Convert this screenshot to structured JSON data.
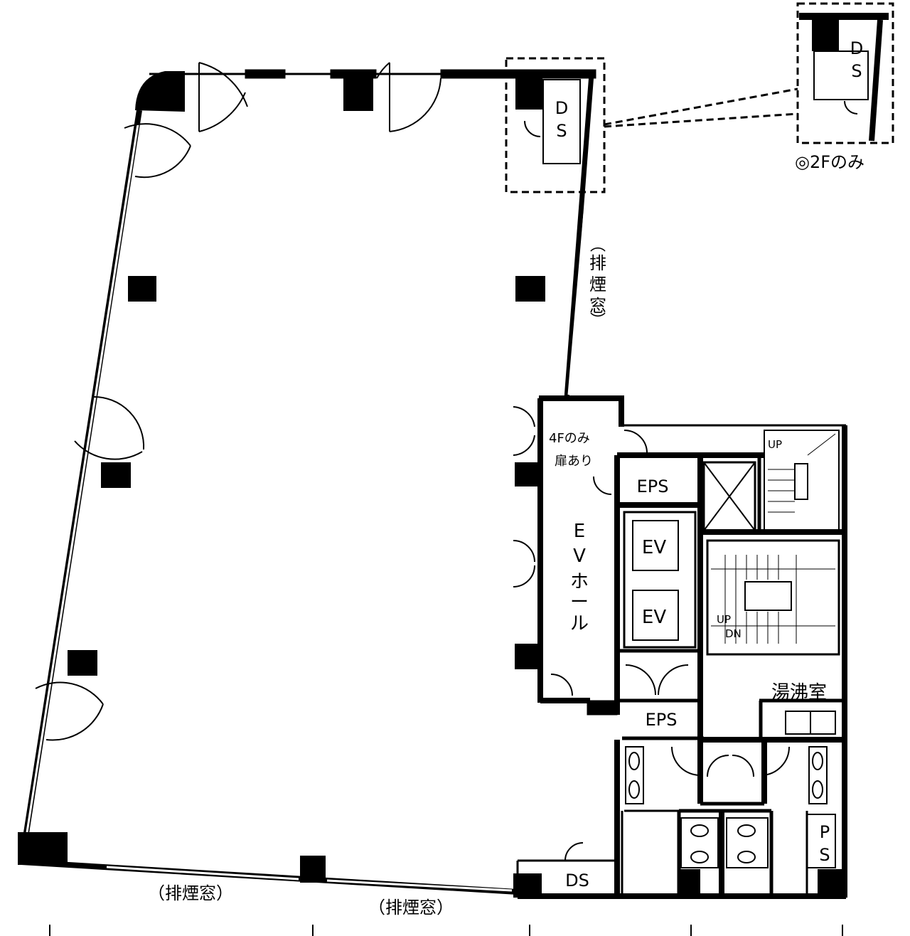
{
  "labels": {
    "ds_main": [
      "D",
      "S"
    ],
    "ds_inset": [
      "D",
      "S"
    ],
    "inset_note": "◎2Fのみ",
    "smoke_window_right": [
      "排",
      "煙",
      "窓"
    ],
    "smoke_window_bottom_left": "（排煙窓）",
    "smoke_window_bottom_mid": "（排煙窓）",
    "door_note_line1": "4Fのみ",
    "door_note_line2": "扉あり",
    "ev_hall": [
      "E",
      "V",
      "ホ",
      "ー",
      "ル"
    ],
    "eps_top": "EPS",
    "eps_bottom": "EPS",
    "ev1": "EV",
    "ev2": "EV",
    "stair_top_up": "UP",
    "stair_main_up": "UP",
    "stair_main_dn": "DN",
    "kitchenette": "湯沸室",
    "ps": [
      "P",
      "S"
    ],
    "ds_bottom": "DS"
  },
  "colors": {
    "wall": "#000000",
    "background": "#ffffff"
  }
}
